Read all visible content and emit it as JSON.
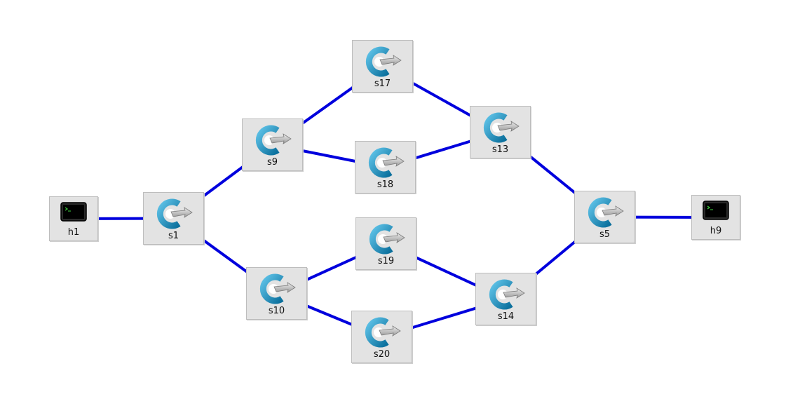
{
  "colors": {
    "link": "#0000dd",
    "node_bg": "#e3e3e3"
  },
  "nodes": [
    {
      "id": "h1",
      "label": "h1",
      "kind": "host",
      "icon": "terminal-icon"
    },
    {
      "id": "s1",
      "label": "s1",
      "kind": "switch",
      "icon": "openflow-switch-icon"
    },
    {
      "id": "s9",
      "label": "s9",
      "kind": "switch",
      "icon": "openflow-switch-icon"
    },
    {
      "id": "s10",
      "label": "s10",
      "kind": "switch",
      "icon": "openflow-switch-icon"
    },
    {
      "id": "s17",
      "label": "s17",
      "kind": "switch",
      "icon": "openflow-switch-icon"
    },
    {
      "id": "s18",
      "label": "s18",
      "kind": "switch",
      "icon": "openflow-switch-icon"
    },
    {
      "id": "s19",
      "label": "s19",
      "kind": "switch",
      "icon": "openflow-switch-icon"
    },
    {
      "id": "s20",
      "label": "s20",
      "kind": "switch",
      "icon": "openflow-switch-icon"
    },
    {
      "id": "s13",
      "label": "s13",
      "kind": "switch",
      "icon": "openflow-switch-icon"
    },
    {
      "id": "s14",
      "label": "s14",
      "kind": "switch",
      "icon": "openflow-switch-icon"
    },
    {
      "id": "s5",
      "label": "s5",
      "kind": "switch",
      "icon": "openflow-switch-icon"
    },
    {
      "id": "h9",
      "label": "h9",
      "kind": "host",
      "icon": "terminal-icon"
    }
  ],
  "links": [
    [
      "h1",
      "s1"
    ],
    [
      "s1",
      "s9"
    ],
    [
      "s1",
      "s10"
    ],
    [
      "s9",
      "s17"
    ],
    [
      "s9",
      "s18"
    ],
    [
      "s10",
      "s19"
    ],
    [
      "s10",
      "s20"
    ],
    [
      "s17",
      "s13"
    ],
    [
      "s18",
      "s13"
    ],
    [
      "s19",
      "s14"
    ],
    [
      "s20",
      "s14"
    ],
    [
      "s13",
      "s5"
    ],
    [
      "s14",
      "s5"
    ],
    [
      "s5",
      "h9"
    ]
  ]
}
